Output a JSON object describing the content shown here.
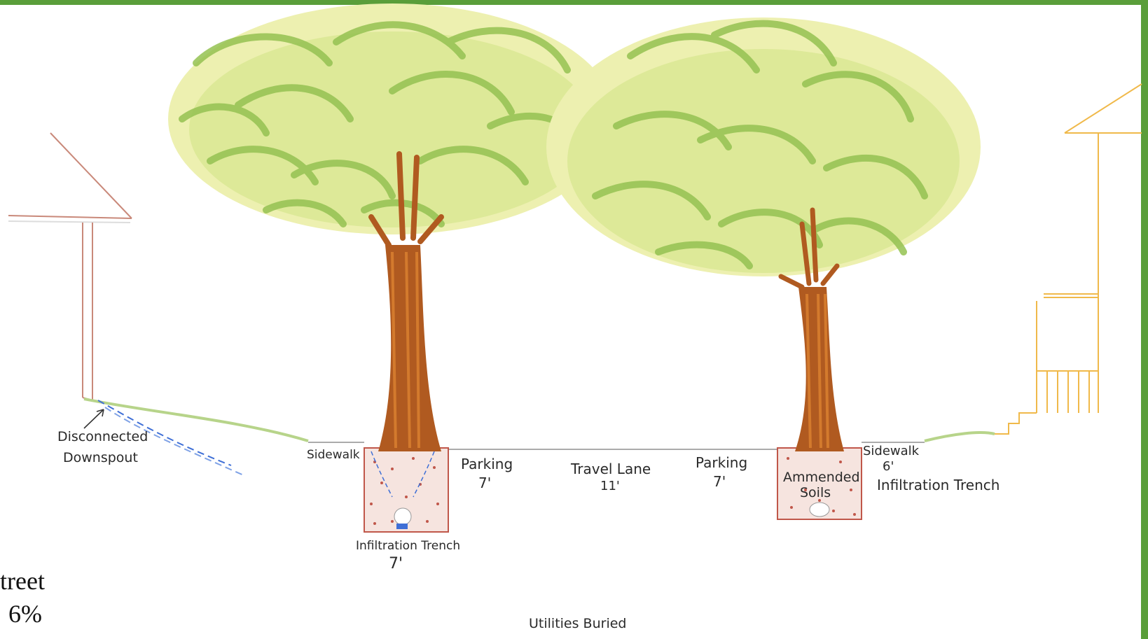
{
  "labels": {
    "disconnected_downspout_1": "Disconnected",
    "disconnected_downspout_2": "Downspout",
    "sidewalk_left": "Sidewalk",
    "parking_left": "Parking",
    "parking_left_width": "7'",
    "travel_lane": "Travel Lane",
    "travel_lane_width": "11'",
    "parking_right": "Parking",
    "parking_right_width": "7'",
    "ammended_soils_1": "Ammended",
    "ammended_soils_2": "Soils",
    "sidewalk_right": "Sidewalk",
    "sidewalk_right_width": "6'",
    "infiltration_trench_right": "Infiltration Trench",
    "infiltration_trench_left": "Infiltration Trench",
    "infiltration_trench_left_width": "7'",
    "utilities": "Utilities Buried"
  },
  "caption": {
    "line1": "treet",
    "line2": "6%"
  },
  "colors": {
    "frame": "#5a9e3a",
    "canopy_light": "#e9eaa8",
    "canopy_green": "#9cc75a",
    "trunk": "#b05a20",
    "trench_fill": "#f3ddd8",
    "trench_dots": "#c0574a",
    "house_left": "#c9897a",
    "house_right": "#f0b94a",
    "water": "#3f6fd6"
  }
}
